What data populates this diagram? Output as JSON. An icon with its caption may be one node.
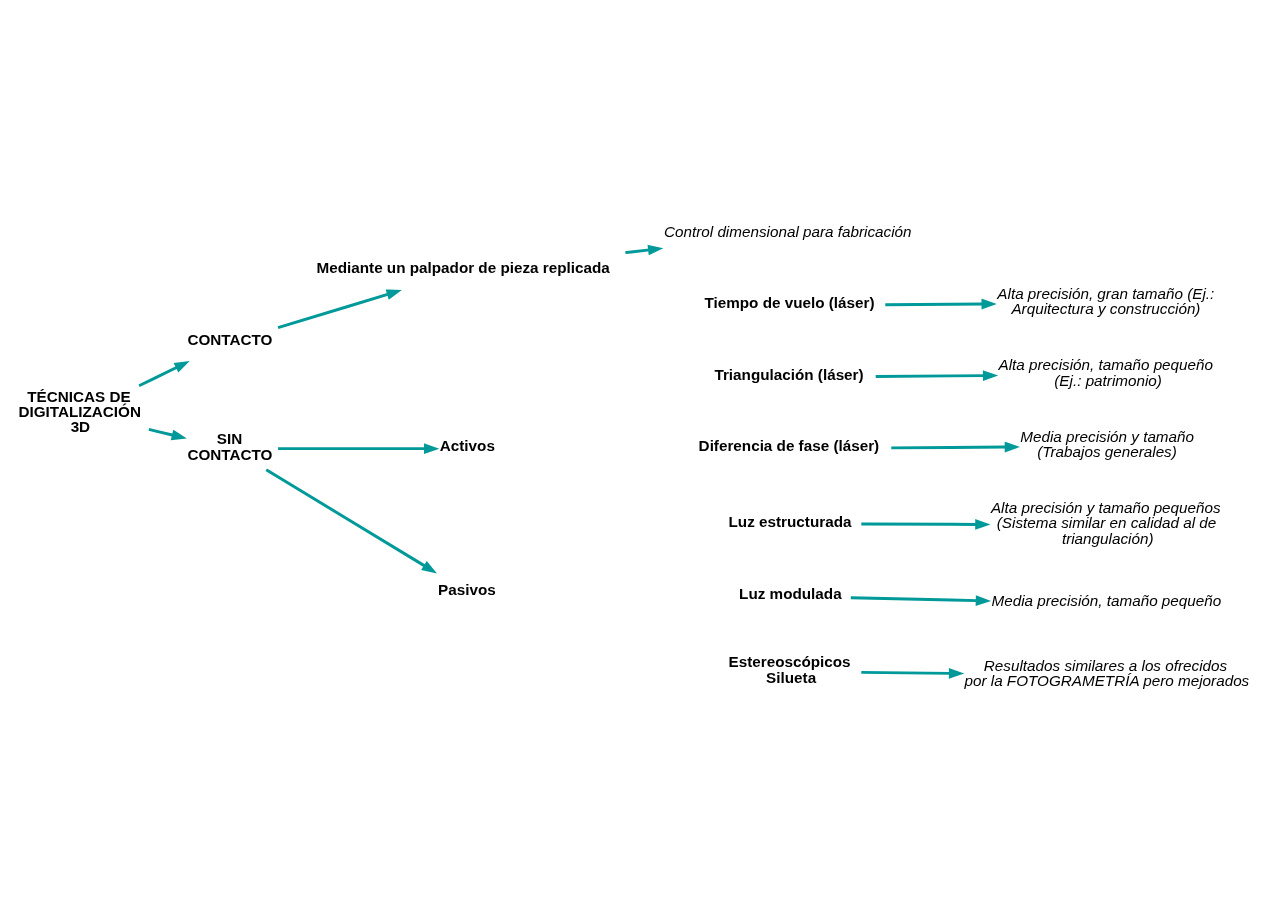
{
  "diagram": {
    "nodes": [
      {
        "text": [
          "TÉCNICAS DE DIGITALIZACIÓN 3D"
        ]
      },
      {
        "text": [
          "CONTACTO"
        ]
      },
      {
        "text": [
          "Mediante un palpador de pieza replicada"
        ]
      },
      {
        "text": [
          "Control dimensional para fabricación"
        ]
      },
      {
        "text": [
          "SIN CONTACTO"
        ]
      },
      {
        "text": [
          "Activos"
        ]
      },
      {
        "text": [
          "Tiempo de vuelo (láser)"
        ]
      },
      {
        "text": [
          "Alta precisión, gran tamaño (Ej.: Arquitectura y construcción)"
        ]
      },
      {
        "text": [
          "Triangulación (láser)"
        ]
      },
      {
        "text": [
          "Alta precisión, tamaño pequeño (Ej.: patrimonio)"
        ]
      },
      {
        "text": [
          "Diferencia de fase (láser)"
        ]
      },
      {
        "text": [
          "Media precisión y tamaño (Trabajos generales)"
        ]
      },
      {
        "text": [
          "Luz estructurada"
        ]
      },
      {
        "text": [
          "Alta precisión y tamaño pequeños (Sistema similar en calidad al de triangulación)"
        ]
      },
      {
        "text": [
          "Luz modulada"
        ]
      },
      {
        "text": [
          "Media precisión, tamaño pequeño"
        ]
      },
      {
        "text": [
          "Pasivos"
        ]
      },
      {
        "text": [
          "Estereoscópicos",
          "Silueta"
        ]
      },
      {
        "text": [
          "Resultados similares a los ofrecidos por la FOTOGRAMETRÍA pero mejorados"
        ]
      }
    ],
    "edges": [
      {
        "from": 0,
        "to": 1,
        "arrow": "to"
      },
      {
        "from": 0,
        "to": 4,
        "arrow": "to"
      },
      {
        "from": 1,
        "to": 2,
        "arrow": "to"
      },
      {
        "from": 2,
        "to": 3,
        "arrow": "to"
      },
      {
        "from": 4,
        "to": 5,
        "arrow": "to"
      },
      {
        "from": 4,
        "to": 16,
        "arrow": "to"
      },
      {
        "from": 6,
        "to": 7,
        "arrow": "to"
      },
      {
        "from": 8,
        "to": 9,
        "arrow": "to"
      },
      {
        "from": 10,
        "to": 11,
        "arrow": "to"
      },
      {
        "from": 12,
        "to": 13,
        "arrow": "to"
      },
      {
        "from": 14,
        "to": 15,
        "arrow": "to"
      },
      {
        "from": 17,
        "to": 18,
        "arrow": "to"
      }
    ]
  }
}
